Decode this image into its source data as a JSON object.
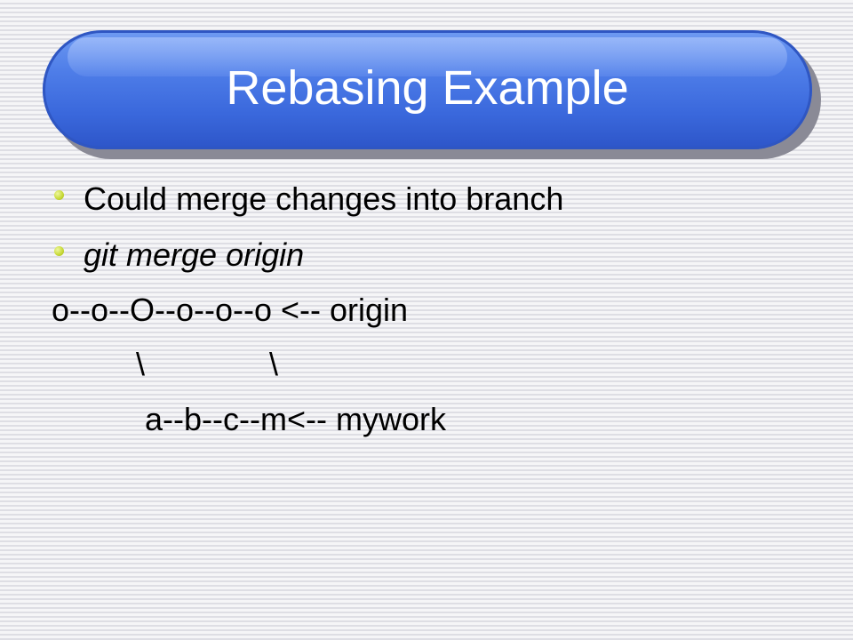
{
  "slide": {
    "title": "Rebasing Example",
    "bullets": [
      {
        "text": "Could merge changes into branch",
        "style": "normal"
      },
      {
        "text": "git merge origin",
        "style": "italic"
      }
    ],
    "diagram_lines": [
      "o--o--O--o--o--o <-- origin",
      "\\              \\",
      "a--b--c--m<-- mywork"
    ]
  },
  "colors": {
    "title_bar": "#3a68dc",
    "title_text": "#ffffff",
    "bullet": "#c9db3a",
    "body_text": "#000000"
  }
}
